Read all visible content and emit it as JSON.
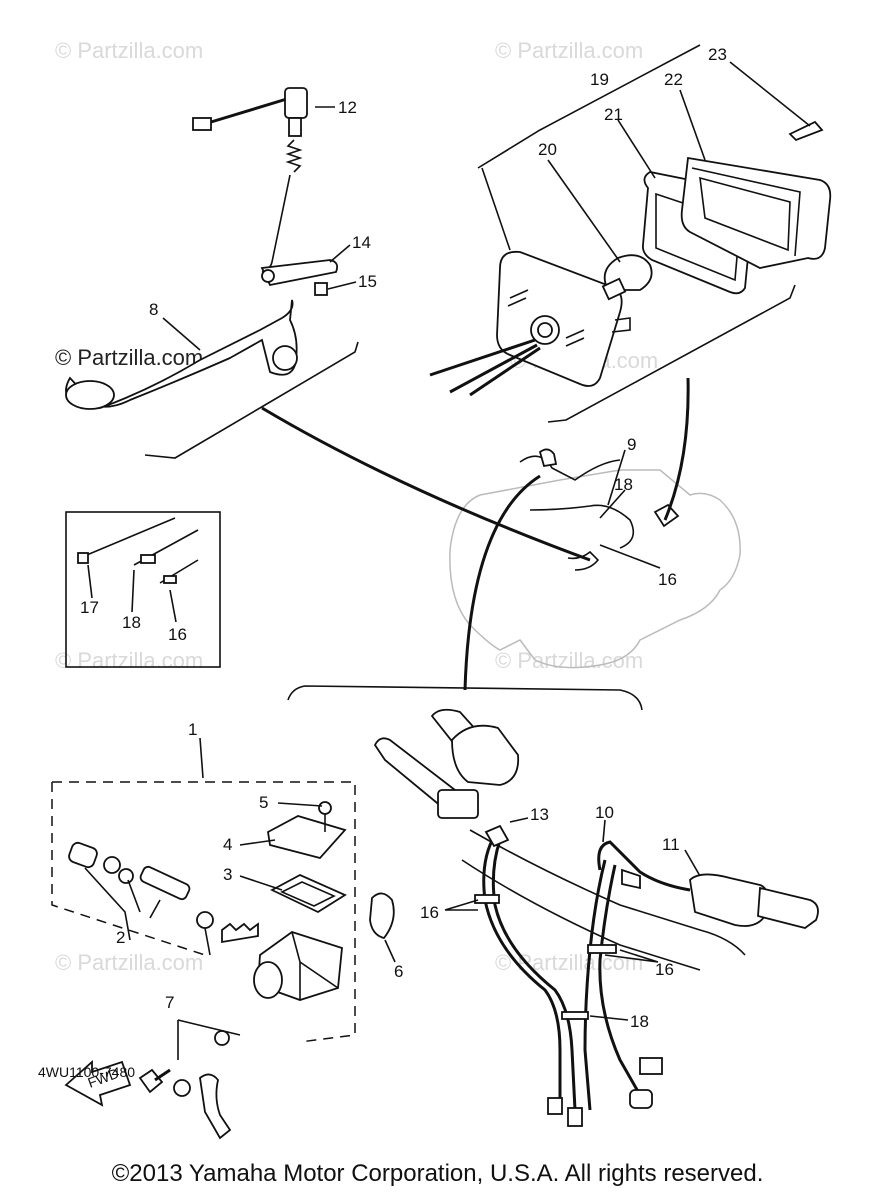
{
  "diagram": {
    "drawing_code": "4WU1100-7480",
    "copyright": "©2013  Yamaha Motor Corporation, U.S.A. All rights reserved.",
    "watermark": "© Partzilla.com",
    "fwd_label": "FWD",
    "callouts": {
      "c1": "1",
      "c2": "2",
      "c3": "3",
      "c4": "4",
      "c5": "5",
      "c6": "6",
      "c7": "7",
      "c8": "8",
      "c9": "9",
      "c10": "10",
      "c11": "11",
      "c12": "12",
      "c13": "13",
      "c14": "14",
      "c15": "15",
      "c16_inset": "16",
      "c16_atv": "16",
      "c16_left": "16",
      "c16_right": "16",
      "c17": "17",
      "c18_inset": "18",
      "c18_atv": "18",
      "c18_harness": "18",
      "c19": "19",
      "c20": "20",
      "c21": "21",
      "c22": "22",
      "c23": "23"
    }
  }
}
